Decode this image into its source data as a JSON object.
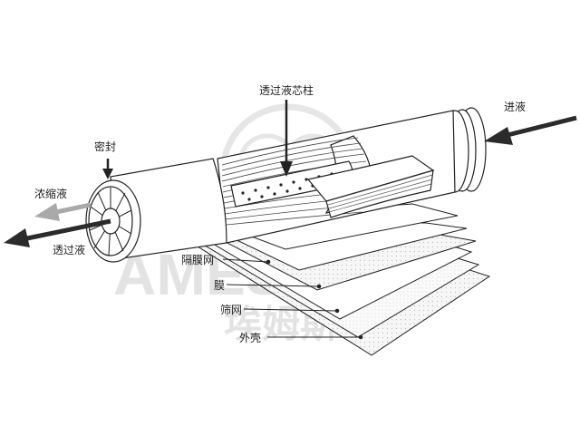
{
  "labels": {
    "permeate_core": "透过液芯柱",
    "feed": "进液",
    "seal": "密封",
    "concentrate": "浓缩液",
    "permeate": "透过液",
    "spacer_mesh": "隔膜网",
    "membrane": "膜",
    "screen_mesh": "筛网",
    "shell": "外壳"
  },
  "watermark": {
    "latin": "AMEST ECO",
    "chinese": "埃姆斯"
  },
  "colors": {
    "line": "#222222",
    "arrow_dark": "#2b2b2b",
    "arrow_grey": "#a9a9a9",
    "sheet_fill": "#ffffff",
    "sheet_dotted": "#f4f4f4",
    "watermark": "#e3e3e3"
  }
}
